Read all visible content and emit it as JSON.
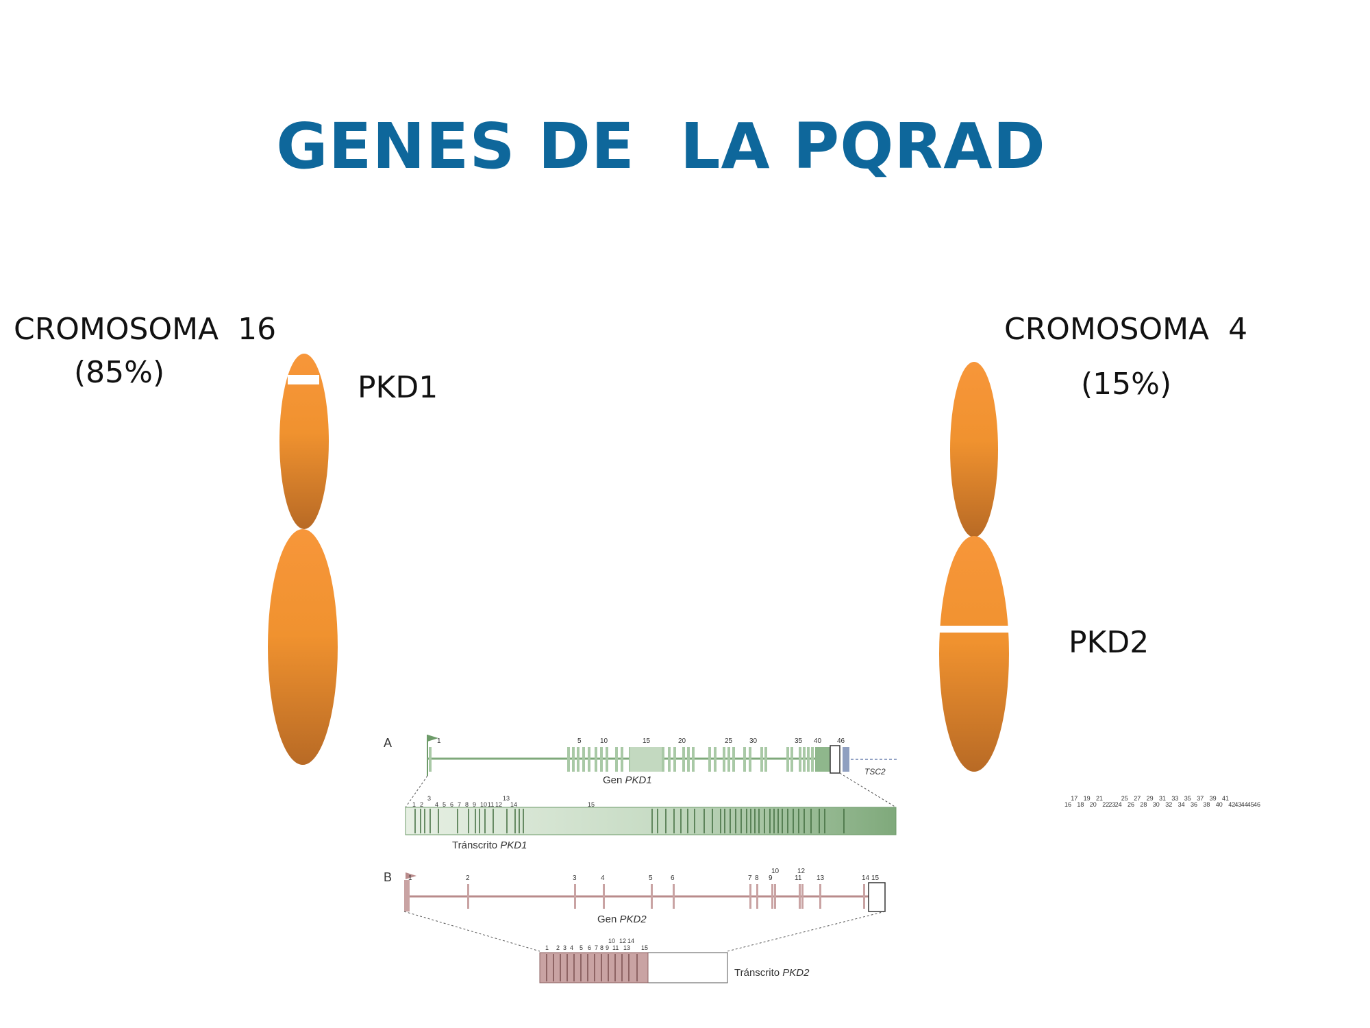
{
  "title": "GENES DE  LA PQRAD",
  "chrom16": {
    "label": "CROMOSOMA  16",
    "percent": "(85%)",
    "gene": "PKD1"
  },
  "chrom4": {
    "label": "CROMOSOMA  4",
    "percent": "(15%)",
    "gene": "PKD2"
  },
  "colors": {
    "title": "#0e679b",
    "chromosome_top": "#f7963a",
    "chromosome_bottom": "#b86a25",
    "pkd1": "#8fb78c",
    "pkd2": "#b98b8b"
  },
  "panelA": {
    "letter": "A",
    "gene_label": "Gen ",
    "gene_name": "PKD1",
    "tsc2": "TSC2",
    "transcript_label": "Tránscrito ",
    "transcript_name": "PKD1",
    "gene_exon_numbers": [
      "1",
      "5",
      "10",
      "15",
      "20",
      "25",
      "30",
      "35",
      "40",
      "46"
    ],
    "transcript_exon_numbers": [
      "1",
      "2",
      "3",
      "4",
      "5",
      "6",
      "7",
      "8",
      "9",
      "10",
      "11",
      "12",
      "13",
      "14",
      "15",
      "16",
      "17",
      "18",
      "19",
      "20",
      "21",
      "22",
      "23",
      "24",
      "25",
      "26",
      "27",
      "28",
      "29",
      "30",
      "31",
      "32",
      "33",
      "34",
      "35",
      "36",
      "37",
      "38",
      "39",
      "40",
      "41",
      "42",
      "43",
      "44",
      "45",
      "46"
    ]
  },
  "panelB": {
    "letter": "B",
    "gene_label": "Gen ",
    "gene_name": "PKD2",
    "transcript_label": "Tránscrito ",
    "transcript_name": "PKD2",
    "gene_exon_numbers": [
      "1",
      "2",
      "3",
      "4",
      "5",
      "6",
      "7",
      "8",
      "9",
      "10",
      "11",
      "12",
      "13",
      "14",
      "15"
    ],
    "transcript_exon_numbers": [
      "1",
      "2",
      "3",
      "4",
      "5",
      "6",
      "7",
      "8",
      "9",
      "10",
      "11",
      "12",
      "13",
      "14",
      "15"
    ]
  }
}
